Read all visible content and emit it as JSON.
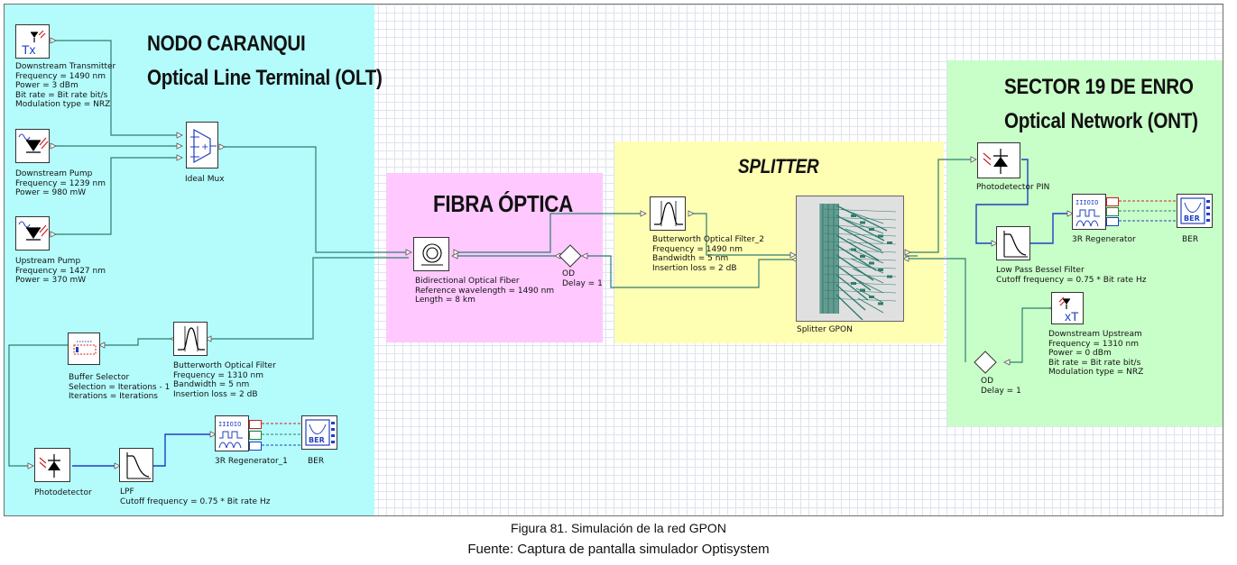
{
  "regions": {
    "olt": {
      "title_1": "NODO CARANQUI",
      "title_2": "Optical Line Terminal (OLT)",
      "color": "#b4fcfc"
    },
    "fibra": {
      "title": "FIBRA ÓPTICA",
      "color": "#ffc8ff"
    },
    "splitter": {
      "title": "SPLITTER",
      "color": "#ffffb4"
    },
    "ont": {
      "title_1": "SECTOR 19 DE ENRO",
      "title_2": "Optical Network  (ONT)",
      "color": "#c8ffc8"
    }
  },
  "components": {
    "downstream_tx": {
      "icon_text": "Tx",
      "lines": [
        "Downstream Transmitter",
        "Frequency = 1490  nm",
        "Power = 3  dBm",
        "Bit rate = Bit rate  bit/s",
        "Modulation type = NRZ"
      ]
    },
    "downstream_pump": {
      "lines": [
        "Downstream Pump",
        "Frequency = 1239  nm",
        "Power = 980  mW"
      ]
    },
    "upstream_pump": {
      "lines": [
        "Upstream Pump",
        "Frequency = 1427  nm",
        "Power = 370  mW"
      ]
    },
    "ideal_mux": {
      "lines": [
        "Ideal Mux"
      ]
    },
    "buffer_selector": {
      "lines": [
        "Buffer Selector",
        "Selection = Iterations - 1",
        "Iterations = Iterations"
      ]
    },
    "butterworth_1": {
      "lines": [
        "Butterworth Optical Filter",
        "Frequency = 1310  nm",
        "Bandwidth = 5  nm",
        "Insertion loss = 2  dB"
      ]
    },
    "photodetector": {
      "lines": [
        "Photodetector"
      ]
    },
    "lpf": {
      "lines": [
        "LPF",
        "Cutoff frequency = 0.75 * Bit rate  Hz"
      ]
    },
    "regen_1": {
      "icon_text": "IIIOIO",
      "lines": [
        "3R Regenerator_1"
      ]
    },
    "ber_1": {
      "icon_text": "BER",
      "lines": [
        "BER"
      ]
    },
    "bidir_fiber": {
      "lines": [
        "Bidirectional Optical Fiber",
        "Reference wavelength = 1490  nm",
        "Length = 8  km"
      ]
    },
    "od_1": {
      "lines": [
        "OD",
        "Delay = 1"
      ]
    },
    "butterworth_2": {
      "lines": [
        "Butterworth Optical Filter_2",
        "Frequency = 1490  nm",
        "Bandwidth = 5  nm",
        "Insertion loss = 2  dB"
      ]
    },
    "splitter_gpon": {
      "lines": [
        "Splitter GPON"
      ]
    },
    "photodetector_pin": {
      "lines": [
        "Photodetector PIN"
      ]
    },
    "regen_3r": {
      "icon_text": "IIIOIO",
      "lines": [
        "3R Regenerator"
      ]
    },
    "ber_2": {
      "icon_text": "BER",
      "lines": [
        "BER"
      ]
    },
    "bessel": {
      "lines": [
        "Low Pass Bessel Filter",
        "Cutoff frequency = 0.75 * Bit rate  Hz"
      ]
    },
    "downstream_upstream": {
      "icon_text": "xT",
      "lines": [
        "Downstream Upstream",
        "Frequency = 1310  nm",
        "Power = 0  dBm",
        "Bit rate = Bit rate  bit/s",
        "Modulation type = NRZ"
      ]
    },
    "od_2": {
      "lines": [
        "OD",
        "Delay = 1"
      ]
    }
  },
  "caption": {
    "line_1": "Figura 81. Simulación de la red GPON",
    "line_2": "Fuente: Captura de pantalla simulador Optisystem"
  },
  "colors": {
    "optical_wire": "#2e7d6e",
    "electrical_wire": "#1f3fbf",
    "red_wire": "#d02020"
  }
}
